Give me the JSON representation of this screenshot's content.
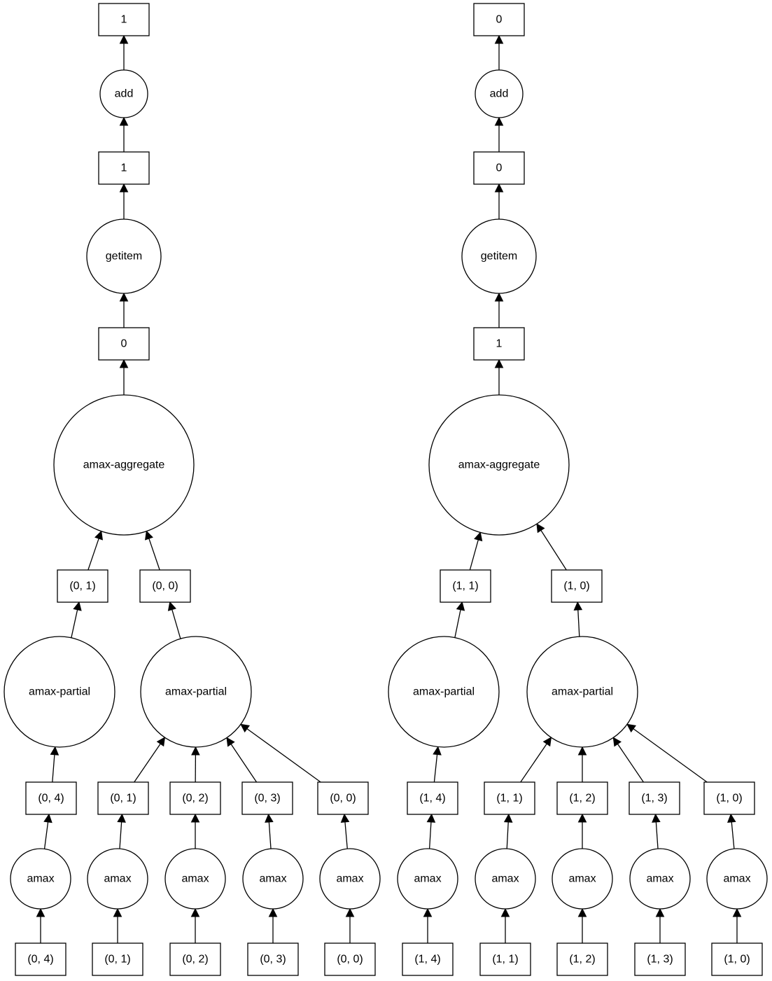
{
  "graph": {
    "nodes": [
      {
        "id": "L_out",
        "shape": "box",
        "label": "1"
      },
      {
        "id": "L_add",
        "shape": "circle",
        "label": "add"
      },
      {
        "id": "L_k1",
        "shape": "box",
        "label": "1"
      },
      {
        "id": "L_get",
        "shape": "circle",
        "label": "getitem"
      },
      {
        "id": "L_k0",
        "shape": "box",
        "label": "0"
      },
      {
        "id": "L_agg",
        "shape": "circle",
        "label": "amax-aggregate"
      },
      {
        "id": "L_p01",
        "shape": "box",
        "label": "(0, 1)"
      },
      {
        "id": "L_p00",
        "shape": "box",
        "label": "(0, 0)"
      },
      {
        "id": "L_part1",
        "shape": "circle",
        "label": "amax-partial"
      },
      {
        "id": "L_part2",
        "shape": "circle",
        "label": "amax-partial"
      },
      {
        "id": "L_b04",
        "shape": "box",
        "label": "(0, 4)"
      },
      {
        "id": "L_b01",
        "shape": "box",
        "label": "(0, 1)"
      },
      {
        "id": "L_b02",
        "shape": "box",
        "label": "(0, 2)"
      },
      {
        "id": "L_b03",
        "shape": "box",
        "label": "(0, 3)"
      },
      {
        "id": "L_b00",
        "shape": "box",
        "label": "(0, 0)"
      },
      {
        "id": "L_m04",
        "shape": "circle",
        "label": "amax"
      },
      {
        "id": "L_m01",
        "shape": "circle",
        "label": "amax"
      },
      {
        "id": "L_m02",
        "shape": "circle",
        "label": "amax"
      },
      {
        "id": "L_m03",
        "shape": "circle",
        "label": "amax"
      },
      {
        "id": "L_m00",
        "shape": "circle",
        "label": "amax"
      },
      {
        "id": "L_i04",
        "shape": "box",
        "label": "(0, 4)"
      },
      {
        "id": "L_i01",
        "shape": "box",
        "label": "(0, 1)"
      },
      {
        "id": "L_i02",
        "shape": "box",
        "label": "(0, 2)"
      },
      {
        "id": "L_i03",
        "shape": "box",
        "label": "(0, 3)"
      },
      {
        "id": "L_i00",
        "shape": "box",
        "label": "(0, 0)"
      },
      {
        "id": "R_out",
        "shape": "box",
        "label": "0"
      },
      {
        "id": "R_add",
        "shape": "circle",
        "label": "add"
      },
      {
        "id": "R_k0",
        "shape": "box",
        "label": "0"
      },
      {
        "id": "R_get",
        "shape": "circle",
        "label": "getitem"
      },
      {
        "id": "R_k1",
        "shape": "box",
        "label": "1"
      },
      {
        "id": "R_agg",
        "shape": "circle",
        "label": "amax-aggregate"
      },
      {
        "id": "R_p11",
        "shape": "box",
        "label": "(1, 1)"
      },
      {
        "id": "R_p10",
        "shape": "box",
        "label": "(1, 0)"
      },
      {
        "id": "R_part1",
        "shape": "circle",
        "label": "amax-partial"
      },
      {
        "id": "R_part2",
        "shape": "circle",
        "label": "amax-partial"
      },
      {
        "id": "R_b14",
        "shape": "box",
        "label": "(1, 4)"
      },
      {
        "id": "R_b11",
        "shape": "box",
        "label": "(1, 1)"
      },
      {
        "id": "R_b12",
        "shape": "box",
        "label": "(1, 2)"
      },
      {
        "id": "R_b13",
        "shape": "box",
        "label": "(1, 3)"
      },
      {
        "id": "R_b10",
        "shape": "box",
        "label": "(1, 0)"
      },
      {
        "id": "R_m14",
        "shape": "circle",
        "label": "amax"
      },
      {
        "id": "R_m11",
        "shape": "circle",
        "label": "amax"
      },
      {
        "id": "R_m12",
        "shape": "circle",
        "label": "amax"
      },
      {
        "id": "R_m13",
        "shape": "circle",
        "label": "amax"
      },
      {
        "id": "R_m10",
        "shape": "circle",
        "label": "amax"
      },
      {
        "id": "R_i14",
        "shape": "box",
        "label": "(1, 4)"
      },
      {
        "id": "R_i11",
        "shape": "box",
        "label": "(1, 1)"
      },
      {
        "id": "R_i12",
        "shape": "box",
        "label": "(1, 2)"
      },
      {
        "id": "R_i13",
        "shape": "box",
        "label": "(1, 3)"
      },
      {
        "id": "R_i10",
        "shape": "box",
        "label": "(1, 0)"
      }
    ],
    "edges": [
      [
        "L_i04",
        "L_m04"
      ],
      [
        "L_i01",
        "L_m01"
      ],
      [
        "L_i02",
        "L_m02"
      ],
      [
        "L_i03",
        "L_m03"
      ],
      [
        "L_i00",
        "L_m00"
      ],
      [
        "L_m04",
        "L_b04"
      ],
      [
        "L_m01",
        "L_b01"
      ],
      [
        "L_m02",
        "L_b02"
      ],
      [
        "L_m03",
        "L_b03"
      ],
      [
        "L_m00",
        "L_b00"
      ],
      [
        "L_b04",
        "L_part1"
      ],
      [
        "L_b01",
        "L_part2"
      ],
      [
        "L_b02",
        "L_part2"
      ],
      [
        "L_b03",
        "L_part2"
      ],
      [
        "L_b00",
        "L_part2"
      ],
      [
        "L_part1",
        "L_p01"
      ],
      [
        "L_part2",
        "L_p00"
      ],
      [
        "L_p01",
        "L_agg"
      ],
      [
        "L_p00",
        "L_agg"
      ],
      [
        "L_agg",
        "L_k0"
      ],
      [
        "L_k0",
        "L_get"
      ],
      [
        "L_get",
        "L_k1"
      ],
      [
        "L_k1",
        "L_add"
      ],
      [
        "L_add",
        "L_out"
      ],
      [
        "R_i14",
        "R_m14"
      ],
      [
        "R_i11",
        "R_m11"
      ],
      [
        "R_i12",
        "R_m12"
      ],
      [
        "R_i13",
        "R_m13"
      ],
      [
        "R_i10",
        "R_m10"
      ],
      [
        "R_m14",
        "R_b14"
      ],
      [
        "R_m11",
        "R_b11"
      ],
      [
        "R_m12",
        "R_b12"
      ],
      [
        "R_m13",
        "R_b13"
      ],
      [
        "R_m10",
        "R_b10"
      ],
      [
        "R_b14",
        "R_part1"
      ],
      [
        "R_b11",
        "R_part2"
      ],
      [
        "R_b12",
        "R_part2"
      ],
      [
        "R_b13",
        "R_part2"
      ],
      [
        "R_b10",
        "R_part2"
      ],
      [
        "R_part1",
        "R_p11"
      ],
      [
        "R_part2",
        "R_p10"
      ],
      [
        "R_p11",
        "R_agg"
      ],
      [
        "R_p10",
        "R_agg"
      ],
      [
        "R_agg",
        "R_k1"
      ],
      [
        "R_k1",
        "R_get"
      ],
      [
        "R_get",
        "R_k0"
      ],
      [
        "R_k0",
        "R_add"
      ],
      [
        "R_add",
        "R_out"
      ]
    ]
  }
}
